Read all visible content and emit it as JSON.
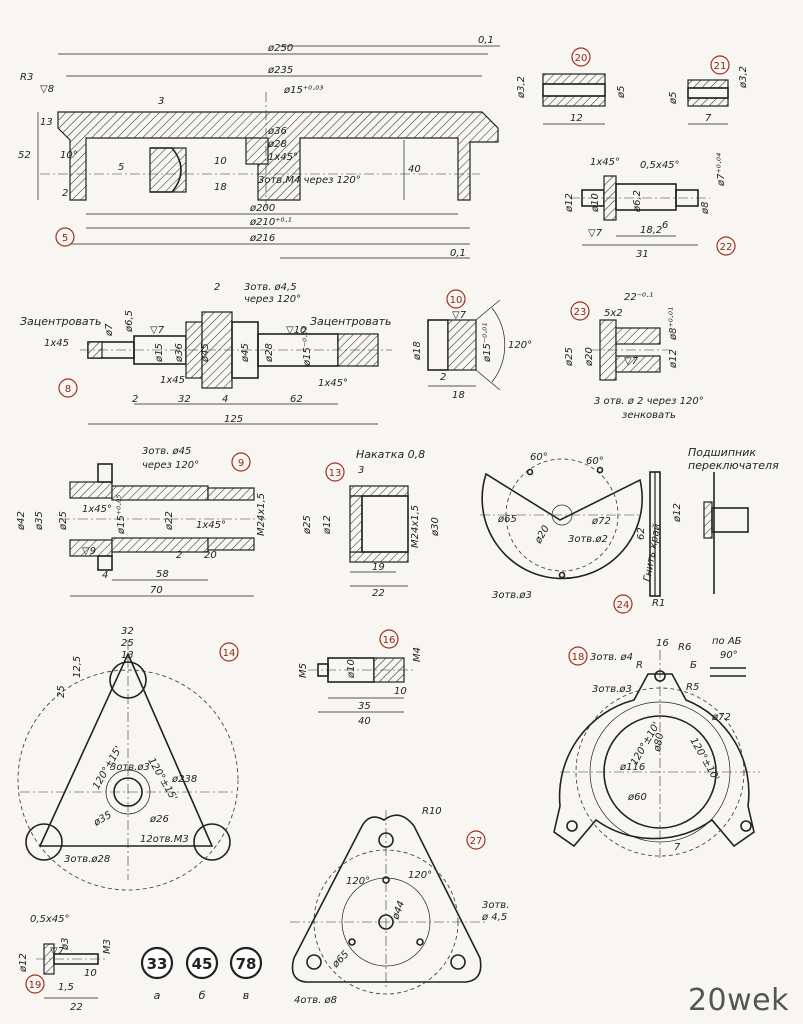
{
  "watermark": "20wek",
  "coins": [
    {
      "value": "33",
      "letter": "а"
    },
    {
      "value": "45",
      "letter": "б"
    },
    {
      "value": "78",
      "letter": "в"
    }
  ],
  "parts": {
    "p5": {
      "number": "5",
      "dims": {
        "d250": "ø250",
        "d235": "ø235",
        "d200": "ø200",
        "d210": "ø210⁺⁰·¹",
        "d216": "ø216",
        "d15": "ø15⁺⁰·⁰³",
        "d36": "ø36",
        "d28": "ø28",
        "ch": "1х45°",
        "r3": "R3",
        "a8": "▽8",
        "h13": "13",
        "h52": "52",
        "ang10": "10°",
        "t3": "3",
        "t5": "5",
        "t10": "10",
        "t18": "18",
        "t40": "40",
        "t2": "2",
        "tol01a": "0,1",
        "tol01b": "0,1",
        "thread": "3отв.М4 через 120°"
      }
    },
    "p20": {
      "number": "20",
      "d32": "ø3,2",
      "d5": "ø5",
      "len": "12"
    },
    "p21": {
      "number": "21",
      "d5": "ø5",
      "d32": "ø3,2",
      "len": "7"
    },
    "p22": {
      "number": "22",
      "ch1": "1х45°",
      "ch2": "0,5х45°",
      "d7": "ø7⁺⁰·⁰⁴",
      "d12": "ø12",
      "d10": "ø10",
      "d62": "ø6,2",
      "d8": "ø8",
      "l6": "6",
      "l182": "18,2",
      "l31": "31",
      "a7": "▽7"
    },
    "p8": {
      "number": "8",
      "centre1": "Зацентровать",
      "centre2": "Зацентровать",
      "holes": "3отв. ø4,5",
      "holes2": "через 120°",
      "ch1": "1х45",
      "ch2": "1х45",
      "ch3": "1х45°",
      "d7": "ø7",
      "d65": "ø6,5",
      "d15": "ø15",
      "d36": "ø36",
      "d45": "ø45",
      "d45b": "ø45",
      "d28": "ø28",
      "d15b": "ø15⁻⁰·⁰²",
      "a7": "▽7",
      "a10": "▽10",
      "l2a": "2",
      "l2b": "2",
      "l32": "32",
      "l4": "4",
      "l62": "62",
      "l125": "125"
    },
    "p10": {
      "number": "10",
      "d18": "ø18",
      "d15": "ø15⁻⁰·⁰¹",
      "a7": "▽7",
      "ang": "120°",
      "l2": "2",
      "l18": "18"
    },
    "p23": {
      "number": "23",
      "top": "22⁻⁰·¹",
      "c": "5х2",
      "d8": "ø8⁺⁰·⁰¹",
      "d25": "ø25",
      "d20": "ø20",
      "d12": "ø12",
      "a7": "▽7",
      "holes": "3 отв. ø 2 через 120°",
      "sink": "зенковать"
    },
    "p9": {
      "number": "9",
      "holes": "3отв. ø45",
      "holes2": "через 120°",
      "d42": "ø42",
      "d35": "ø35",
      "d25": "ø25",
      "d15": "ø15⁺⁰·⁰⁵",
      "d22": "ø22",
      "thread": "М24х1,5",
      "ch1": "1х45°",
      "ch2": "1х45°",
      "a9": "▽9",
      "l2": "2",
      "l20": "20",
      "l4": "4",
      "l58": "58",
      "l70": "70"
    },
    "p13": {
      "number": "13",
      "knurl": "Накатка 0,8",
      "l3": "3",
      "d25": "ø25",
      "d12": "ø12",
      "thread": "М24х1,5",
      "d30": "ø30",
      "l19": "19",
      "l22": "22"
    },
    "p24": {
      "number": "24",
      "a60a": "60°",
      "a60b": "60°",
      "d65": "ø65",
      "d20": "ø20",
      "d72": "ø72",
      "holes2": "3отв.ø2",
      "holes3": "3отв.ø3",
      "edge": "Гнить край",
      "len": "62",
      "r1": "R1",
      "d12": "ø12",
      "bearing1": "Подшипник",
      "bearing2": "переключателя"
    },
    "p14": {
      "number": "14",
      "w32": "32",
      "w25": "25",
      "w13": "13",
      "h125": "12,5",
      "h25": "25",
      "a120a": "120°±15'",
      "a120b": "120°±15'",
      "holes": "3отв.ø3",
      "d238": "ø238",
      "d35": "ø35",
      "d26": "ø26",
      "m3": "12отв.М3",
      "d28": "3отв.ø28"
    },
    "p16": {
      "number": "16",
      "m5": "М5",
      "d10": "ø10",
      "m4": "М4",
      "l10": "10",
      "l35": "35",
      "l40": "40"
    },
    "p18": {
      "number": "18",
      "holes4": "3отв. ø4",
      "w16": "16",
      "r6": "R6",
      "r": "R",
      "b": "Б",
      "view": "по АБ",
      "ang90": "90°",
      "holes3": "3отв.ø3",
      "r5": "R5",
      "d72": "ø72",
      "a120a": "120°±10'",
      "a120b": "120°±10'",
      "d116": "ø116",
      "d80": "ø80",
      "d60": "ø60",
      "l7": "7"
    },
    "p27": {
      "number": "27",
      "r10": "R10",
      "a120a": "120°",
      "a120b": "120°",
      "d44": "ø44",
      "d65": "ø65",
      "holes": "3отв.",
      "holes2": "ø 4,5",
      "holes8": "4отв. ø8"
    },
    "p19": {
      "number": "19",
      "ch": "0,5х45°",
      "d12": "ø12",
      "d3": "ø3",
      "m3": "М3",
      "a7": "▽7",
      "l10": "10",
      "l15": "1,5",
      "l22": "22"
    }
  }
}
